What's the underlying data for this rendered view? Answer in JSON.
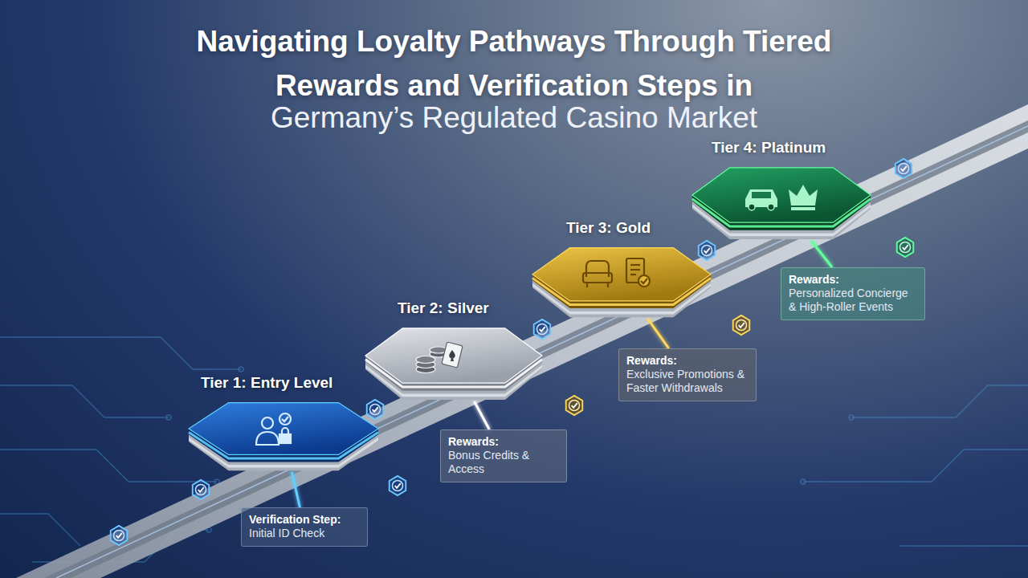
{
  "diagram": {
    "title": "Navigating Loyalty Pathways Through Tiered Rewards and Verification Steps in",
    "nodes": [
      {
        "text": [
          "Tier 1: Entry Level"
        ]
      },
      {
        "text": [
          "Verification Step:",
          "Initial ID Check"
        ]
      },
      {
        "text": [
          "Tier 2: Silver"
        ]
      },
      {
        "text": [
          "Rewards:",
          "Bonus Credits & Access"
        ]
      },
      {
        "text": [
          "Tier 3: Gold"
        ]
      },
      {
        "text": [
          "Rewards:",
          "Exclusive Promotions & Faster Withdrawals"
        ]
      },
      {
        "text": [
          "Tier 4: Platinum"
        ]
      },
      {
        "text": [
          "Rewards:",
          "Personalized Concierge & High-Roller Events"
        ]
      }
    ],
    "edges": [
      {
        "from": 0,
        "to": 1,
        "arrow": "none"
      },
      {
        "from": 2,
        "to": 3,
        "arrow": "none"
      },
      {
        "from": 4,
        "to": 5,
        "arrow": "none"
      },
      {
        "from": 6,
        "to": 7,
        "arrow": "none"
      }
    ],
    "labels": [
      "Germany’s Regulated Casino Market"
    ]
  }
}
